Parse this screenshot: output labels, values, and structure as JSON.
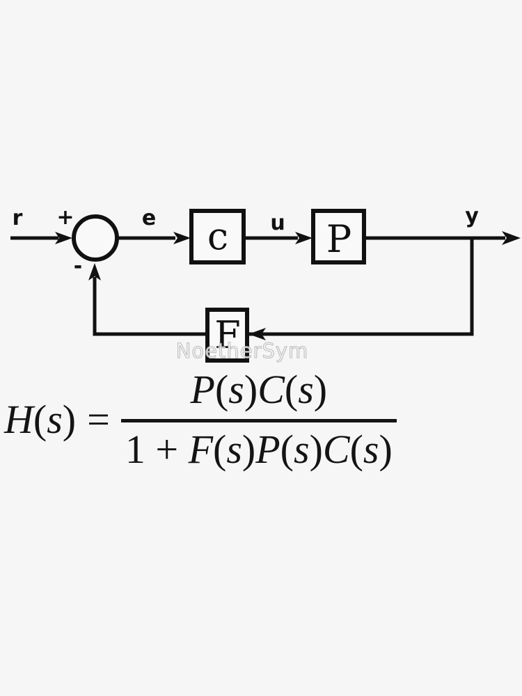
{
  "watermark": {
    "text": "NoetherSym"
  },
  "diagram": {
    "labels": {
      "input": "r",
      "plus": "+",
      "minus": "-",
      "error": "e",
      "control": "u",
      "output": "y"
    },
    "blocks": {
      "controller": "c",
      "plant": "P",
      "feedback": "F"
    }
  },
  "formula": {
    "lhs": "H(s)",
    "equals": "=",
    "numerator": "P(s)C(s)",
    "denominator": "1 + F(s)P(s)C(s)"
  },
  "colors": {
    "ink": "#111111",
    "background": "#f6f6f7",
    "box_fill": "#f9f9fa",
    "watermark": "#ffffff"
  }
}
